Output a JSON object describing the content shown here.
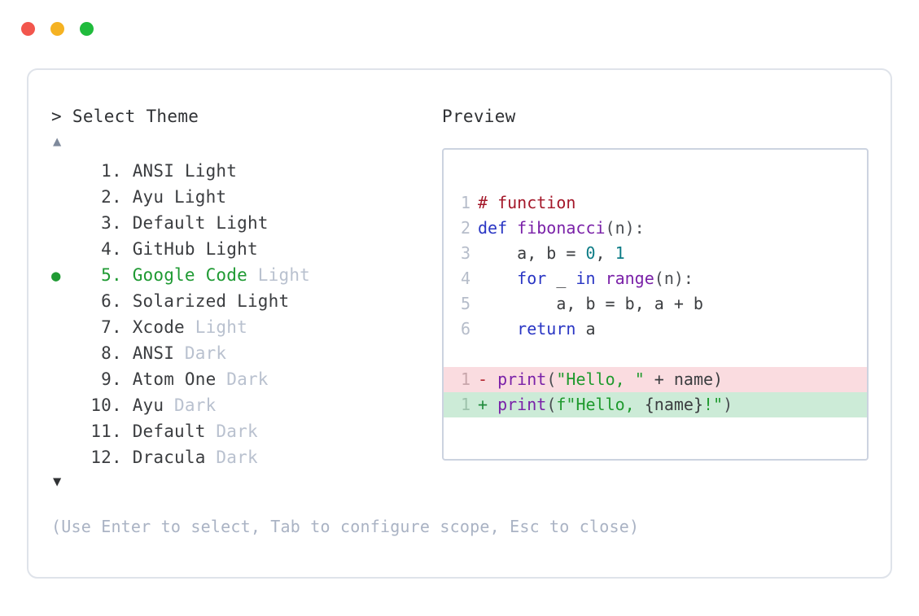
{
  "window": {
    "dots": [
      {
        "name": "close",
        "color": "#f2564d"
      },
      {
        "name": "minimize",
        "color": "#f5b222"
      },
      {
        "name": "maximize",
        "color": "#20bb3c"
      }
    ]
  },
  "left": {
    "prompt": "> Select Theme",
    "scroll_up_glyph": "▲",
    "scroll_down_glyph": "▼",
    "bullet_glyph": "●",
    "selected_index": 5,
    "items": [
      {
        "index": "1",
        "dot": ".",
        "name": "ANSI",
        "suffix": "Light",
        "suffix_muted": false
      },
      {
        "index": "2",
        "dot": ".",
        "name": "Ayu",
        "suffix": "Light",
        "suffix_muted": false
      },
      {
        "index": "3",
        "dot": ".",
        "name": "Default",
        "suffix": "Light",
        "suffix_muted": false
      },
      {
        "index": "4",
        "dot": ".",
        "name": "GitHub",
        "suffix": "Light",
        "suffix_muted": false
      },
      {
        "index": "5",
        "dot": ".",
        "name": "Google Code",
        "suffix": "Light",
        "suffix_muted": true
      },
      {
        "index": "6",
        "dot": ".",
        "name": "Solarized",
        "suffix": "Light",
        "suffix_muted": false
      },
      {
        "index": "7",
        "dot": ".",
        "name": "Xcode",
        "suffix": "Light",
        "suffix_muted": true
      },
      {
        "index": "8",
        "dot": ".",
        "name": "ANSI",
        "suffix": "Dark",
        "suffix_muted": true
      },
      {
        "index": "9",
        "dot": ".",
        "name": "Atom One",
        "suffix": "Dark",
        "suffix_muted": true
      },
      {
        "index": "10",
        "dot": ".",
        "name": "Ayu",
        "suffix": "Dark",
        "suffix_muted": true
      },
      {
        "index": "11",
        "dot": ".",
        "name": "Default",
        "suffix": "Dark",
        "suffix_muted": true
      },
      {
        "index": "12",
        "dot": ".",
        "name": "Dracula",
        "suffix": "Dark",
        "suffix_muted": true
      }
    ],
    "hint": "(Use Enter to select, Tab to configure scope, Esc to close)"
  },
  "right": {
    "preview_label": "Preview",
    "code_lines": [
      {
        "ln": "1",
        "tokens": [
          {
            "t": "# function",
            "c": "comment"
          }
        ]
      },
      {
        "ln": "2",
        "tokens": [
          {
            "t": "def ",
            "c": "kw"
          },
          {
            "t": "fibonacci",
            "c": "fn"
          },
          {
            "t": "(n):",
            "c": "punct"
          }
        ]
      },
      {
        "ln": "3",
        "tokens": [
          {
            "t": "    a, b = ",
            "c": "plain"
          },
          {
            "t": "0",
            "c": "num"
          },
          {
            "t": ", ",
            "c": "plain"
          },
          {
            "t": "1",
            "c": "num"
          }
        ]
      },
      {
        "ln": "4",
        "tokens": [
          {
            "t": "    ",
            "c": "plain"
          },
          {
            "t": "for",
            "c": "kw"
          },
          {
            "t": " _ ",
            "c": "plain"
          },
          {
            "t": "in",
            "c": "kw"
          },
          {
            "t": " ",
            "c": "plain"
          },
          {
            "t": "range",
            "c": "fn"
          },
          {
            "t": "(n):",
            "c": "punct"
          }
        ]
      },
      {
        "ln": "5",
        "tokens": [
          {
            "t": "        a, b = b, a + b",
            "c": "plain"
          }
        ]
      },
      {
        "ln": "6",
        "tokens": [
          {
            "t": "    ",
            "c": "plain"
          },
          {
            "t": "return",
            "c": "kw"
          },
          {
            "t": " a",
            "c": "plain"
          }
        ]
      }
    ],
    "diff_lines": [
      {
        "ln": "1",
        "kind": "del",
        "marker": "-",
        "tokens": [
          {
            "t": "print",
            "c": "fn"
          },
          {
            "t": "(",
            "c": "punct"
          },
          {
            "t": "\"Hello, \"",
            "c": "str"
          },
          {
            "t": " + name)",
            "c": "plain"
          }
        ]
      },
      {
        "ln": "1",
        "kind": "add",
        "marker": "+",
        "tokens": [
          {
            "t": "print",
            "c": "fn"
          },
          {
            "t": "(",
            "c": "punct"
          },
          {
            "t": "f\"Hello, ",
            "c": "str"
          },
          {
            "t": "{name}",
            "c": "plain"
          },
          {
            "t": "!\"",
            "c": "str"
          },
          {
            "t": ")",
            "c": "punct"
          }
        ]
      }
    ]
  }
}
